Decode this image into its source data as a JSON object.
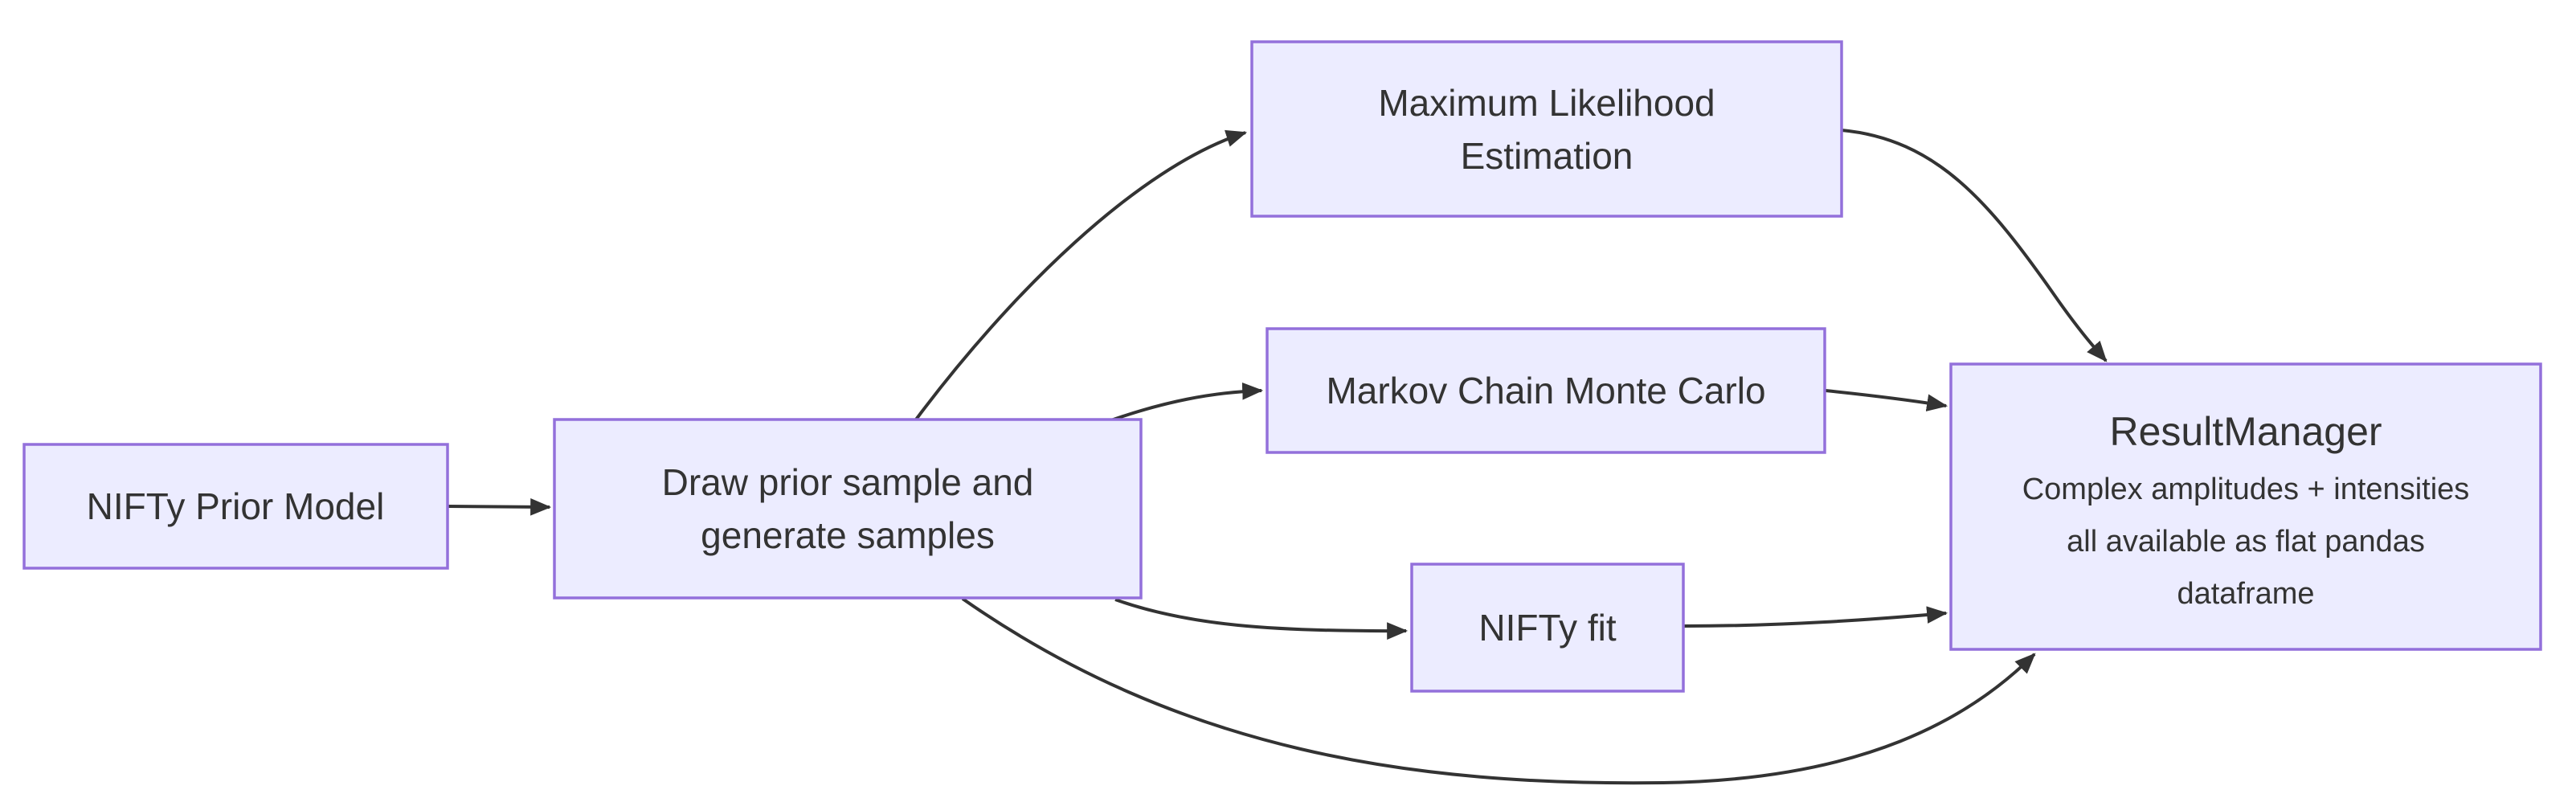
{
  "diagram": {
    "type": "flowchart-LR",
    "colors": {
      "background": "#ffffff",
      "node-fill": "#ECECFF",
      "node-border": "#9370DB",
      "edge": "#333333",
      "text": "#333333"
    },
    "nodes": {
      "prior": {
        "lines": [
          "NIFTy Prior Model"
        ]
      },
      "draw": {
        "lines": [
          "Draw prior sample and",
          "generate samples"
        ]
      },
      "mle": {
        "lines": [
          "Maximum Likelihood",
          "Estimation"
        ]
      },
      "mcmc": {
        "lines": [
          "Markov Chain Monte Carlo"
        ]
      },
      "niftyfit": {
        "lines": [
          "NIFTy fit"
        ]
      },
      "resultmanager": {
        "title": "ResultManager",
        "lines": [
          "Complex amplitudes + intensities",
          "all available as flat pandas",
          "dataframe"
        ]
      }
    },
    "edges": [
      {
        "from": "NIFTy Prior Model",
        "to": "Draw prior sample and generate samples"
      },
      {
        "from": "Draw prior sample and generate samples",
        "to": "Maximum Likelihood Estimation"
      },
      {
        "from": "Draw prior sample and generate samples",
        "to": "Markov Chain Monte Carlo"
      },
      {
        "from": "Draw prior sample and generate samples",
        "to": "NIFTy fit"
      },
      {
        "from": "Draw prior sample and generate samples",
        "to": "ResultManager"
      },
      {
        "from": "Maximum Likelihood Estimation",
        "to": "ResultManager"
      },
      {
        "from": "Markov Chain Monte Carlo",
        "to": "ResultManager"
      },
      {
        "from": "NIFTy fit",
        "to": "ResultManager"
      }
    ]
  }
}
